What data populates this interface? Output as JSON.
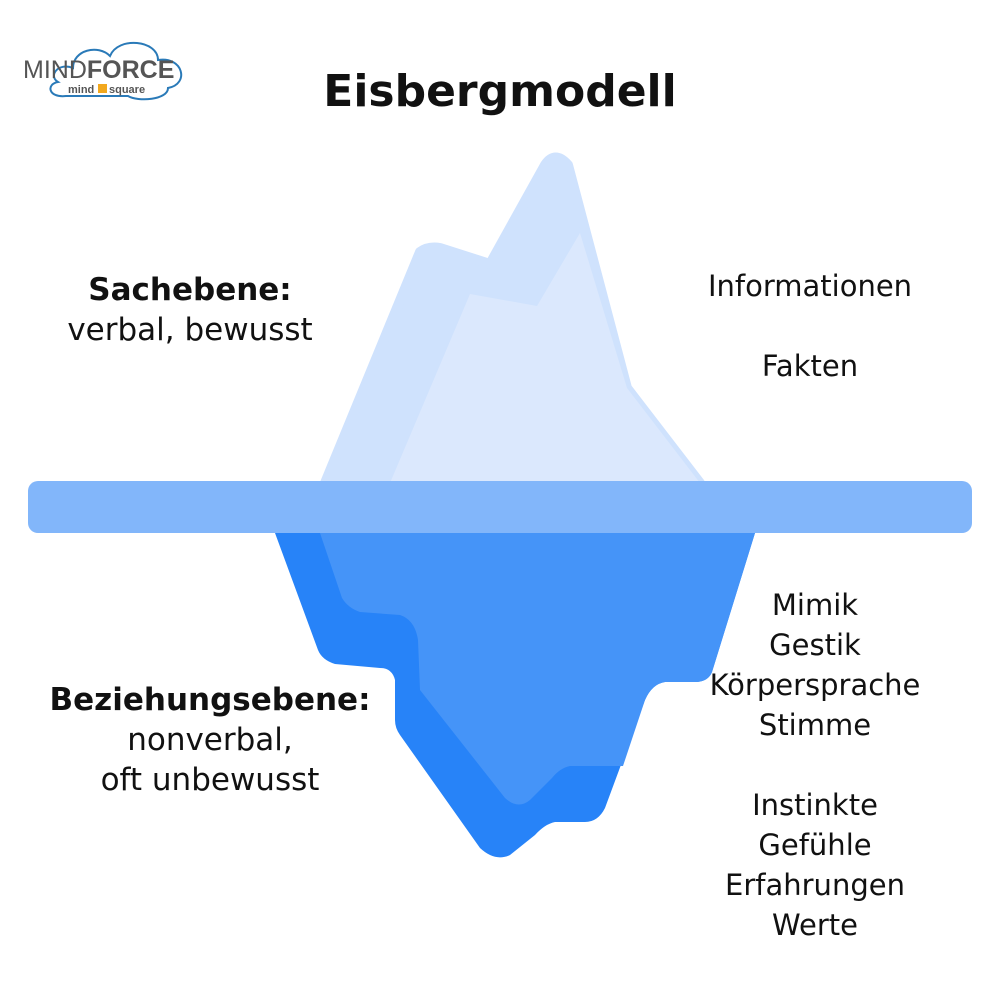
{
  "logo": {
    "brand": "MINDFORCE",
    "brand_light": "MIND",
    "brand_bold": "FORCE",
    "sub_left": "mind",
    "sub_right": "square",
    "colors": {
      "cloud": "#2a7ab8",
      "text": "#555555",
      "accent": "#f2a81d"
    }
  },
  "title": "Eisbergmodell",
  "left": {
    "above": {
      "heading": "Sachebene:",
      "text": "verbal, bewusst"
    },
    "below": {
      "heading": "Beziehungsebene:",
      "lines": [
        "nonverbal,",
        "oft unbewusst"
      ]
    }
  },
  "right": {
    "above": [
      "Informationen",
      "Fakten"
    ],
    "below_group1": [
      "Mimik",
      "Gestik",
      "Körpersprache",
      "Stimme"
    ],
    "below_group2": [
      "Instinkte",
      "Gefühle",
      "Erfahrungen",
      "Werte"
    ]
  },
  "colors": {
    "tip_outer": "#cfe2fd",
    "tip_inner": "#dbe8fd",
    "waterline": "#82b6fa",
    "base_outer": "#2783f8",
    "base_inner": "#4594f8"
  }
}
